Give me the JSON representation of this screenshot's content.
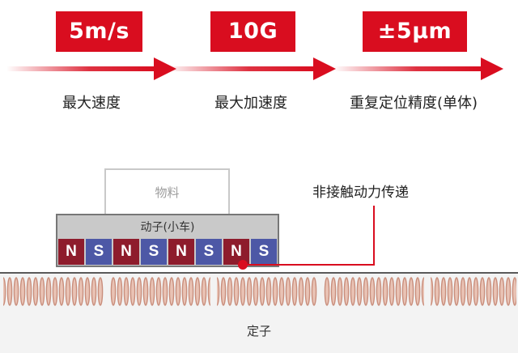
{
  "specs": [
    {
      "value": "5m/s",
      "label": "最大速度"
    },
    {
      "value": "10G",
      "label": "最大加速度"
    },
    {
      "value": "±5μm",
      "label": "重复定位精度(单体)"
    }
  ],
  "diagram": {
    "material_label": "物料",
    "mover_label": "动子(小车)",
    "magnets": [
      "N",
      "S",
      "N",
      "S",
      "N",
      "S",
      "N",
      "S"
    ],
    "callout_label": "非接触动力传递",
    "stator_label": "定子"
  },
  "colors": {
    "accent_red": "#d90d1f",
    "magnet_n": "#8e1c2c",
    "magnet_s": "#4d58a6",
    "coil": "#d9a08f"
  }
}
